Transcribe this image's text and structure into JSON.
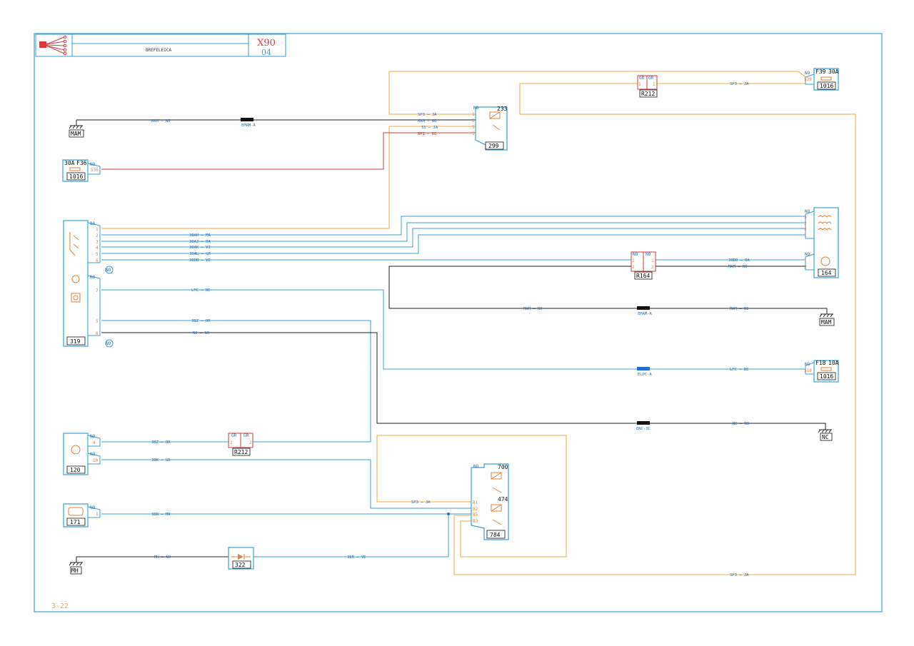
{
  "title_block": {
    "title": "BREFELEICA",
    "model_code": "X90",
    "revision": "04"
  },
  "page_number": "3-22",
  "components": {
    "c233": {
      "id": "233"
    },
    "c299": {
      "id": "299"
    },
    "c1016a": {
      "id": "1016",
      "fuse": "F39",
      "rating": "30A",
      "pin": "S39"
    },
    "c1016b": {
      "id": "1016",
      "fuse": "F36",
      "rating": "30A",
      "pin": "S36"
    },
    "c1016c": {
      "id": "1016",
      "fuse": "F18",
      "rating": "10A",
      "pin": "S18"
    },
    "c319": {
      "id": "319"
    },
    "c164": {
      "id": "164"
    },
    "c120": {
      "id": "120"
    },
    "c171": {
      "id": "171"
    },
    "c322": {
      "id": "322"
    },
    "c784": {
      "id": "784"
    },
    "c700": {
      "id": "700"
    },
    "c474": {
      "id": "474"
    },
    "r212a": {
      "id": "R212"
    },
    "r212b": {
      "id": "R212"
    },
    "r164": {
      "id": "R164"
    },
    "gnd_mam1": {
      "id": "MAM"
    },
    "gnd_mam2": {
      "id": "MAM"
    },
    "gnd_nc": {
      "id": "NC"
    },
    "gnd_mh": {
      "id": "MH"
    }
  },
  "wires": {
    "mam_no_1": "MAM — NO",
    "emam_a_1": "EMAM-A",
    "sp3_ja_top": "SP3 — JA",
    "mam_no_233": "MAM — NO",
    "s1_ja": "S1 — JA",
    "bp1_rg": "BP1 — RG",
    "38ah_ma": "38AH — MA",
    "38aj_ba": "38AJ — BA",
    "38ak_vi": "38AK — VI",
    "38al_gr": "38AL — GR",
    "38db_ve": "38DB — VE",
    "38db_ba": "38DB — BA",
    "mam_no_164": "MAM — NO",
    "lpc_be": "LPC — BE",
    "mam_no_left": "MAM — NO",
    "emam_a_2": "EMAM-A",
    "mam_no_right": "MAM — NO",
    "38z_or": "38Z — OR",
    "nc_no": "NC — NO",
    "elpc_a": "ELPC-A",
    "lpc_be_right": "LPC — BE",
    "enc_3c": "ENC-3C",
    "nc_no_right": "NC — NO",
    "38z_or_120": "38Z — OR",
    "38k_gr": "38K — GR",
    "sp3_ja_784": "SP3 — JA",
    "38r_ma": "38R — MA",
    "mh_no": "MH — NO",
    "38r_ve": "38R — VE",
    "sp3_ja_bottom": "SP3 — JA",
    "sp3_ja_fuse": "SP3 — JA"
  },
  "colors": {
    "blue": "#3a9fd8",
    "orange": "#f0a840",
    "red": "#d23a3a",
    "black": "#222222",
    "frame": "#3a9fd8"
  }
}
